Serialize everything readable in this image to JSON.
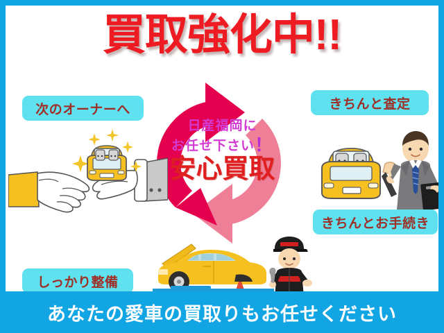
{
  "banner": {
    "border_color": "#12a5e4",
    "background_color": "#ffffff",
    "title": "買取強化中!!",
    "title_color": "#ee1c22"
  },
  "labels": {
    "next_owner": "次のオーナーへ",
    "proper_assessment": "きちんと査定",
    "proper_procedure": "きちんとお手続き",
    "thorough_maintenance": "しっかり整備",
    "pill_background": "#5fe1ef",
    "pill_text_color": "#9f2f26"
  },
  "center": {
    "line1": "日産福岡に",
    "line2": "お任せ下さい",
    "line2_mark": "！",
    "headline": "安心買取",
    "line_color": "#d23ad2",
    "headline_color": "#e02020"
  },
  "cycle_arrow": {
    "dark_color": "#e5004f",
    "light_color": "#ef7f96"
  },
  "footer": {
    "text": "あなたの愛車の買取りもお任せください",
    "background": "#12a5e4",
    "text_color": "#ffffff"
  },
  "illustrations": {
    "handoff": "hands-exchanging-car-icon",
    "sparkle_car": "sparkling-yellow-car-icon",
    "right_car": "yellow-car-with-passengers-icon",
    "salesman": "salesman-with-clipboard-icon",
    "lift_car": "yellow-car-on-lift-icon",
    "mechanic": "mechanic-with-wrench-icon"
  }
}
